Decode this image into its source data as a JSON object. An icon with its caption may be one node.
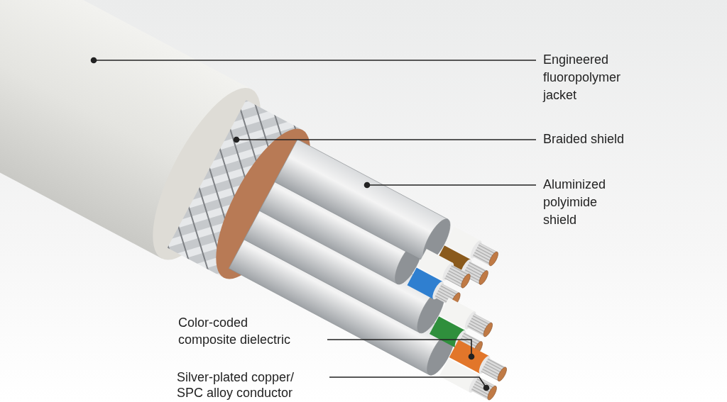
{
  "diagram": {
    "nodes": [
      {
        "text": [
          "Engineered fluoropolymer jacket"
        ]
      },
      {
        "text": [],
        "shape": "picture"
      },
      {
        "text": [
          "Braided shield"
        ]
      },
      {
        "text": [],
        "shape": "picture"
      },
      {
        "text": [
          "Aluminized polyimide shield"
        ]
      },
      {
        "text": [],
        "shape": "picture"
      },
      {
        "text": [
          "Color-coded composite dielectric"
        ]
      },
      {
        "text": [],
        "shape": "picture"
      },
      {
        "text": [
          "Silver-plated copper/ SPC alloy conductor"
        ]
      },
      {
        "text": [],
        "shape": "picture"
      }
    ],
    "edges": [
      {
        "from": 0,
        "to": 1,
        "arrow": "other"
      },
      {
        "from": 2,
        "to": 3,
        "arrow": "other"
      },
      {
        "from": 4,
        "to": 5,
        "arrow": "other"
      },
      {
        "from": 6,
        "to": 7,
        "arrow": "other"
      },
      {
        "from": 8,
        "to": 9,
        "arrow": "other"
      }
    ]
  }
}
